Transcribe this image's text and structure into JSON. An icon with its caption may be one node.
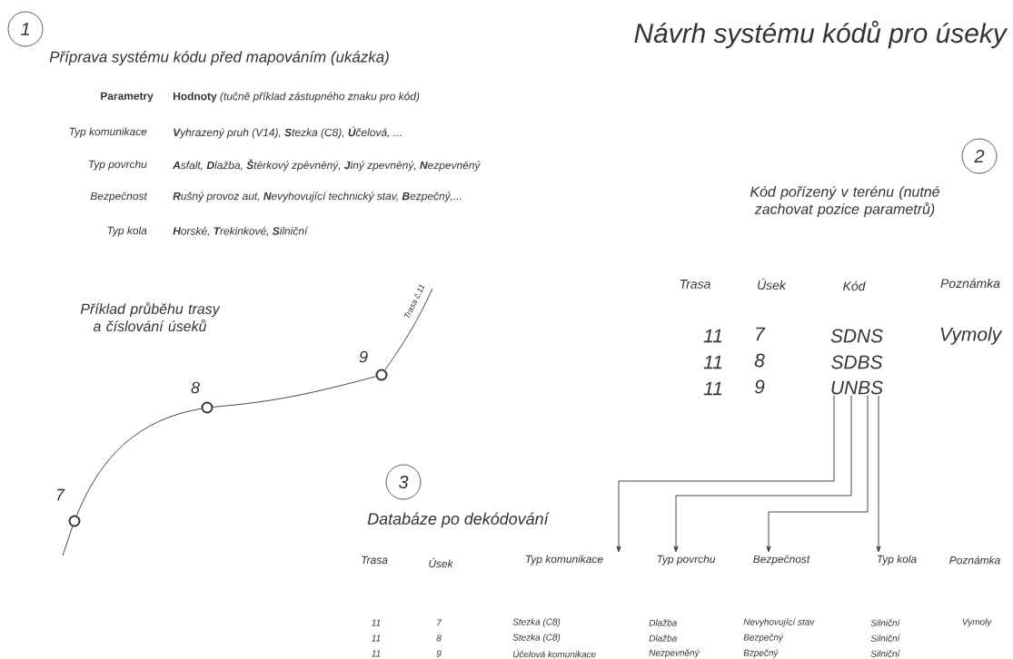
{
  "diagram": {
    "title": "Návrh systému kódů pro úseky",
    "nodes": [
      {
        "text": [
          "1"
        ]
      },
      {
        "text": [
          "2"
        ]
      },
      {
        "text": [
          "3"
        ]
      },
      {
        "text": [],
        "shape": "circle",
        "beside": [
          "7"
        ]
      },
      {
        "text": [],
        "shape": "circle",
        "beside": [
          "8"
        ]
      },
      {
        "text": [],
        "shape": "circle",
        "beside": [
          "9"
        ]
      },
      {
        "text": [
          "UNBS"
        ]
      },
      {
        "text": [
          "Typ komunikace"
        ]
      },
      {
        "text": [
          "Typ povrchu"
        ]
      },
      {
        "text": [
          "Bezpečnost"
        ]
      },
      {
        "text": [
          "Typ kola"
        ]
      }
    ],
    "edges": [
      {
        "from": null,
        "to": 3,
        "arrow": "none"
      },
      {
        "from": 3,
        "to": 4,
        "arrow": "none"
      },
      {
        "from": 4,
        "to": 5,
        "arrow": "none"
      },
      {
        "from": 5,
        "to": null,
        "arrow": "none",
        "label": "Trasa č.11"
      },
      {
        "from": 6,
        "to": 7,
        "arrow": "to"
      },
      {
        "from": 6,
        "to": 8,
        "arrow": "to"
      },
      {
        "from": 6,
        "to": 9,
        "arrow": "to"
      },
      {
        "from": 6,
        "to": 10,
        "arrow": "to"
      }
    ],
    "labels": [
      "Příprava systému kódu před mapováním (ukázka)",
      "Parametry",
      "**Hodnoty** *(tučně příklad zástupného znaku pro kód)*",
      "Typ komunikace",
      "**V**yhrazený pruh (V14), **S**tezka (C8), **Ú**čelová, ...",
      "Typ povrchu",
      "**A**sfalt, **D**lažba, **Š**těrkový zpěvněný, **J**iný zpevněný, **N**ezpevněný",
      "Bezpečnost",
      "**R**ušný provoz aut, **N**evyhovující technický stav, **B**ezpečný,...",
      "Typ kola",
      "**H**orské, **T**rekinkové, **S**ilniční",
      "Kód pořízený v terénu (nutné zachovat pozice parametrů)",
      "Příklad průběhu trasy a číslování úseků",
      "Trasa",
      "Úsek",
      "Kód",
      "Poznámka",
      "11",
      "7",
      "SDNS",
      "Vymoly",
      "11",
      "8",
      "SDBS",
      "11",
      "9",
      "Databáze po dekódování",
      "Trasa",
      "Úsek",
      "Poznámka",
      "11",
      "7",
      "Stezka (C8)",
      "Dlažba",
      "Nevyhovující stav",
      "Silniční",
      "Vymoly",
      "11",
      "8",
      "Stezka (C8)",
      "Dlažba",
      "Bezpečný",
      "Silniční",
      "11",
      "9",
      "Účelová komunikace",
      "Nezpevněný",
      "Bzpečný",
      "Silniční"
    ]
  }
}
